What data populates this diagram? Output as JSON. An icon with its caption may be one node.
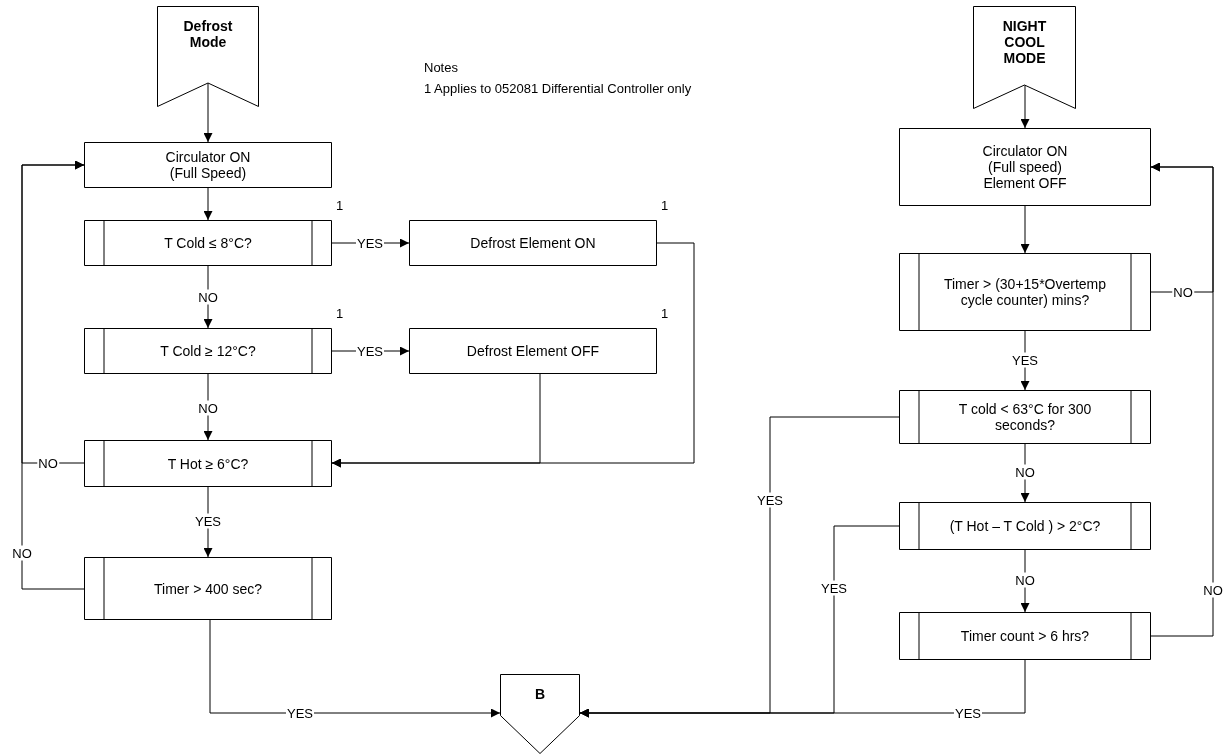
{
  "diagram": {
    "nodes": [
      {
        "text": [
          "Defrost Mode"
        ]
      },
      {
        "text": [
          "Circulator ON (Full Speed)"
        ]
      },
      {
        "text": [
          "T Cold ≤ 8°C?"
        ],
        "beside": [
          "1"
        ]
      },
      {
        "text": [
          "Defrost Element ON"
        ],
        "beside": [
          "1"
        ]
      },
      {
        "text": [
          "T Cold ≥ 12°C?"
        ],
        "beside": [
          "1"
        ]
      },
      {
        "text": [
          "Defrost Element OFF"
        ],
        "beside": [
          "1"
        ]
      },
      {
        "text": [
          "T Hot ≥ 6°C?"
        ]
      },
      {
        "text": [
          "Timer > 400 sec?"
        ]
      },
      {
        "text": [
          "B"
        ]
      },
      {
        "text": [
          "NIGHT COOL MODE"
        ]
      },
      {
        "text": [
          "Circulator ON (Full speed) Element OFF"
        ]
      },
      {
        "text": [
          "Timer > (30+15*Overtemp cycle counter) mins?"
        ]
      },
      {
        "text": [
          "T cold < 63°C for 300 seconds?"
        ]
      },
      {
        "text": [
          "(T Hot – T Cold ) > 2°C?"
        ]
      },
      {
        "text": [
          "Timer count > 6 hrs?"
        ]
      }
    ],
    "edges": [
      {
        "from": 0,
        "to": 1,
        "arrow": "to"
      },
      {
        "from": 1,
        "to": 2,
        "arrow": "to"
      },
      {
        "from": 2,
        "to": 3,
        "arrow": "to",
        "label": "YES"
      },
      {
        "from": 2,
        "to": 4,
        "arrow": "to",
        "label": "NO"
      },
      {
        "from": 4,
        "to": 5,
        "arrow": "to",
        "label": "YES"
      },
      {
        "from": 4,
        "to": 6,
        "arrow": "to",
        "label": "NO"
      },
      {
        "from": 3,
        "to": 6,
        "arrow": "to"
      },
      {
        "from": 5,
        "to": 6,
        "arrow": "to"
      },
      {
        "from": 6,
        "to": 1,
        "arrow": "to",
        "label": "NO"
      },
      {
        "from": 6,
        "to": 7,
        "arrow": "to",
        "label": "YES"
      },
      {
        "from": 7,
        "to": 1,
        "arrow": "to",
        "label": "NO"
      },
      {
        "from": 7,
        "to": 8,
        "arrow": "to",
        "label": "YES"
      },
      {
        "from": 9,
        "to": 10,
        "arrow": "to"
      },
      {
        "from": 10,
        "to": 11,
        "arrow": "to"
      },
      {
        "from": 11,
        "to": 10,
        "arrow": "to",
        "label": "NO"
      },
      {
        "from": 11,
        "to": 12,
        "arrow": "to",
        "label": "YES"
      },
      {
        "from": 12,
        "to": 8,
        "arrow": "to",
        "label": "YES"
      },
      {
        "from": 12,
        "to": 13,
        "arrow": "to",
        "label": "NO"
      },
      {
        "from": 13,
        "to": 8,
        "arrow": "to",
        "label": "YES"
      },
      {
        "from": 13,
        "to": 14,
        "arrow": "to",
        "label": "NO"
      },
      {
        "from": 14,
        "to": 10,
        "arrow": "to",
        "label": "NO"
      },
      {
        "from": 14,
        "to": 8,
        "arrow": "to",
        "label": "YES"
      }
    ],
    "labels": [
      "Notes",
      "1 Applies to 052081 Differential Controller only"
    ]
  }
}
